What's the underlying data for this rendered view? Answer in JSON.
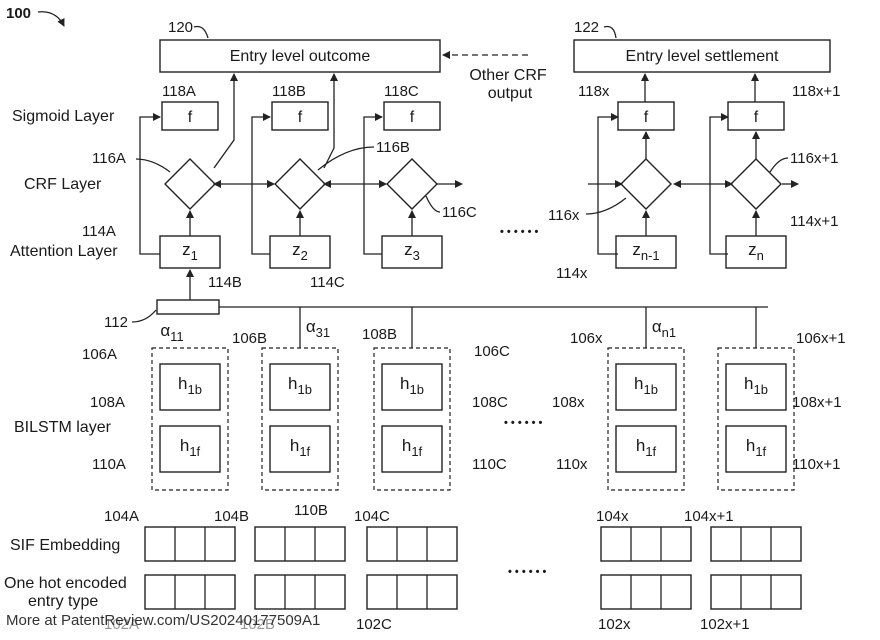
{
  "figure": {
    "number": "100",
    "outcome_box": {
      "ref": "120",
      "label": "Entry level outcome"
    },
    "settlement_box": {
      "ref": "122",
      "label": "Entry level settlement"
    },
    "other_crf": {
      "line1": "Other CRF",
      "line2": "output"
    },
    "layers": {
      "sigmoid": "Sigmoid Layer",
      "crf": "CRF Layer",
      "attention": "Attention Layer",
      "bilstm": "BILSTM layer",
      "sif": "SIF Embedding",
      "onehot_line1": "One hot encoded",
      "onehot_line2": "entry type"
    },
    "sigmoid_symbol": "f",
    "sigmoid_refs": [
      "118A",
      "118B",
      "118C",
      "118x",
      "118x+1"
    ],
    "crf_refs": [
      "116A",
      "116B",
      "116C",
      "116x",
      "116x+1"
    ],
    "attention": {
      "labels": [
        {
          "base": "z",
          "sub": "1"
        },
        {
          "base": "z",
          "sub": "2"
        },
        {
          "base": "z",
          "sub": "3"
        },
        {
          "base": "z",
          "sub": "n-1"
        },
        {
          "base": "z",
          "sub": "n"
        }
      ],
      "refs": [
        "114A",
        "114B",
        "114C",
        "114x",
        "114x+1"
      ]
    },
    "combiner_ref": "112",
    "alphas": [
      {
        "base": "α",
        "sub": "11"
      },
      {
        "base": "α",
        "sub": "31"
      },
      {
        "base": "α",
        "sub": "n1"
      }
    ],
    "bilstm": {
      "group_refs": [
        "106A",
        "106B",
        "106C",
        "106x",
        "106x+1"
      ],
      "backward": {
        "base": "h",
        "sub": "1b"
      },
      "forward": {
        "base": "h",
        "sub": "1f"
      },
      "backward_refs": [
        "108A",
        "108B",
        "108C",
        "108x",
        "108x+1"
      ],
      "forward_refs": [
        "110A",
        "110B",
        "110C",
        "110x",
        "110x+1"
      ]
    },
    "sif_refs": [
      "104A",
      "104B",
      "104C",
      "104x",
      "104x+1"
    ],
    "onehot_refs": [
      "102A",
      "102B",
      "102C",
      "102x",
      "102x+1"
    ],
    "ellipsis": "• • • • • •"
  },
  "footer": "More at PatentReview.com/US20240177509A1"
}
